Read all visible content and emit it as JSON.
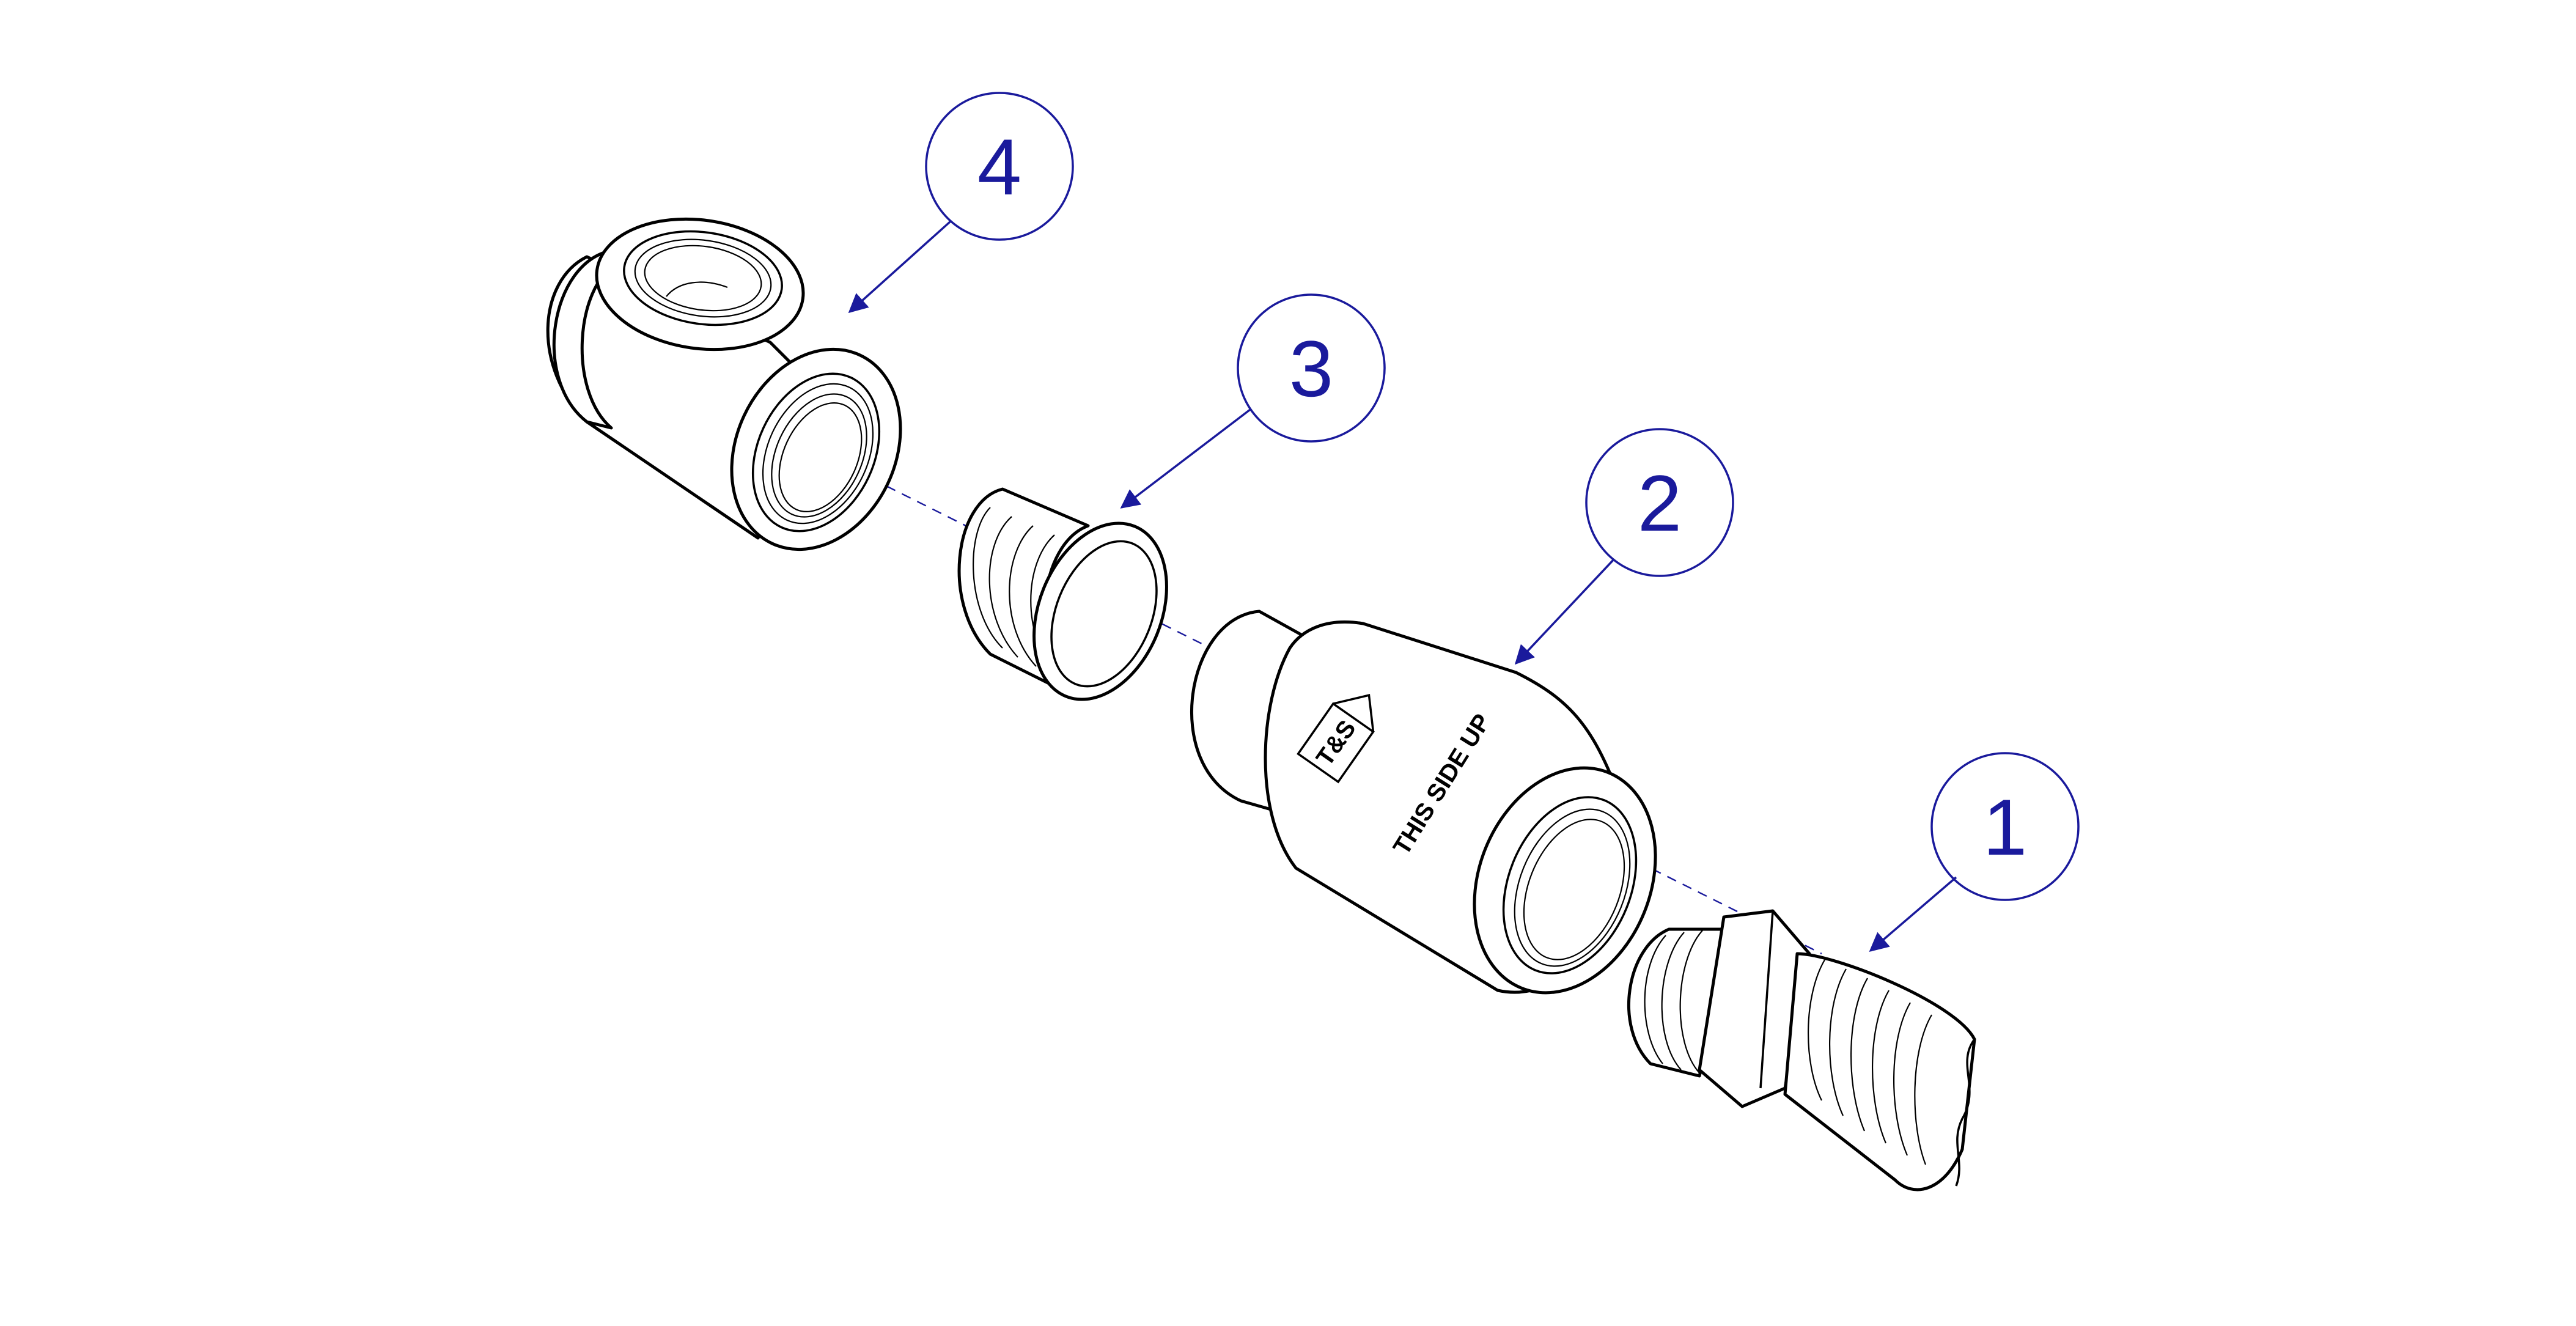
{
  "colors": {
    "balloon": "#1a1a9c",
    "line": "#000000",
    "background": "#ffffff"
  },
  "balloons": [
    {
      "label": "4"
    },
    {
      "label": "3"
    },
    {
      "label": "2"
    },
    {
      "label": "1"
    }
  ],
  "valve_marking": "THIS SIDE UP",
  "logo": "T&S"
}
